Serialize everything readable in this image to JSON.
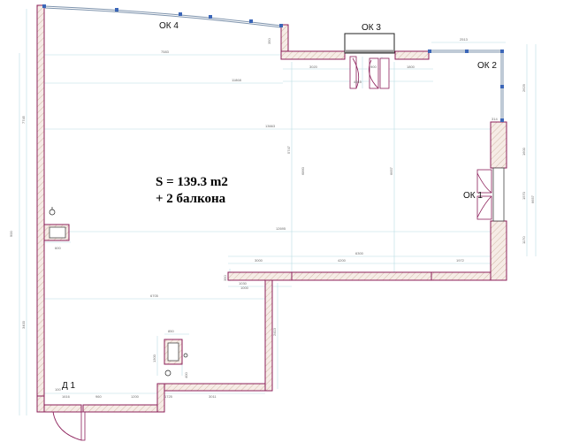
{
  "plan": {
    "area_line1": "S = 139.3 m2",
    "area_line2": "+ 2 балкона",
    "windows": {
      "ok1": "ОК 1",
      "ok2": "ОК 2",
      "ok3": "ОК 3",
      "ok4": "ОК 4"
    },
    "door": "Д 1",
    "dimensions": {
      "top_4": "7583",
      "top_3": "11868",
      "mid_width": "13663",
      "mid2": "12695",
      "bal3_a": "3020",
      "bal3_b": "900",
      "bal3_c": "1800",
      "bal2": "2513",
      "bay": "6300",
      "bay_a": "3000",
      "bay_b": "4200",
      "bay_c": "1972",
      "low": "6705",
      "low_step": "1030",
      "bottom_1": "1616",
      "bottom_2": "960",
      "bottom_3": "1200",
      "bottom_4": "1725",
      "bottom_5": "3011",
      "left_vert_top": "7745",
      "left_vert_low": "3400",
      "left_mid": "900",
      "sink_w": "600",
      "v_mid_a": "5747",
      "v_mid_b": "6860",
      "v_right": "6657",
      "v_right_1": "1600",
      "v_right_2": "1570",
      "v_right_3": "1170",
      "v_right_top": "2629",
      "ok1_w": "314",
      "h_low": "2413",
      "v_bay": "350",
      "sq_w": "850",
      "sq_h": "1300",
      "sq_side": "400",
      "door_w": "100",
      "small_a": "4015",
      "small_b": "1000",
      "vtop": "350"
    }
  }
}
